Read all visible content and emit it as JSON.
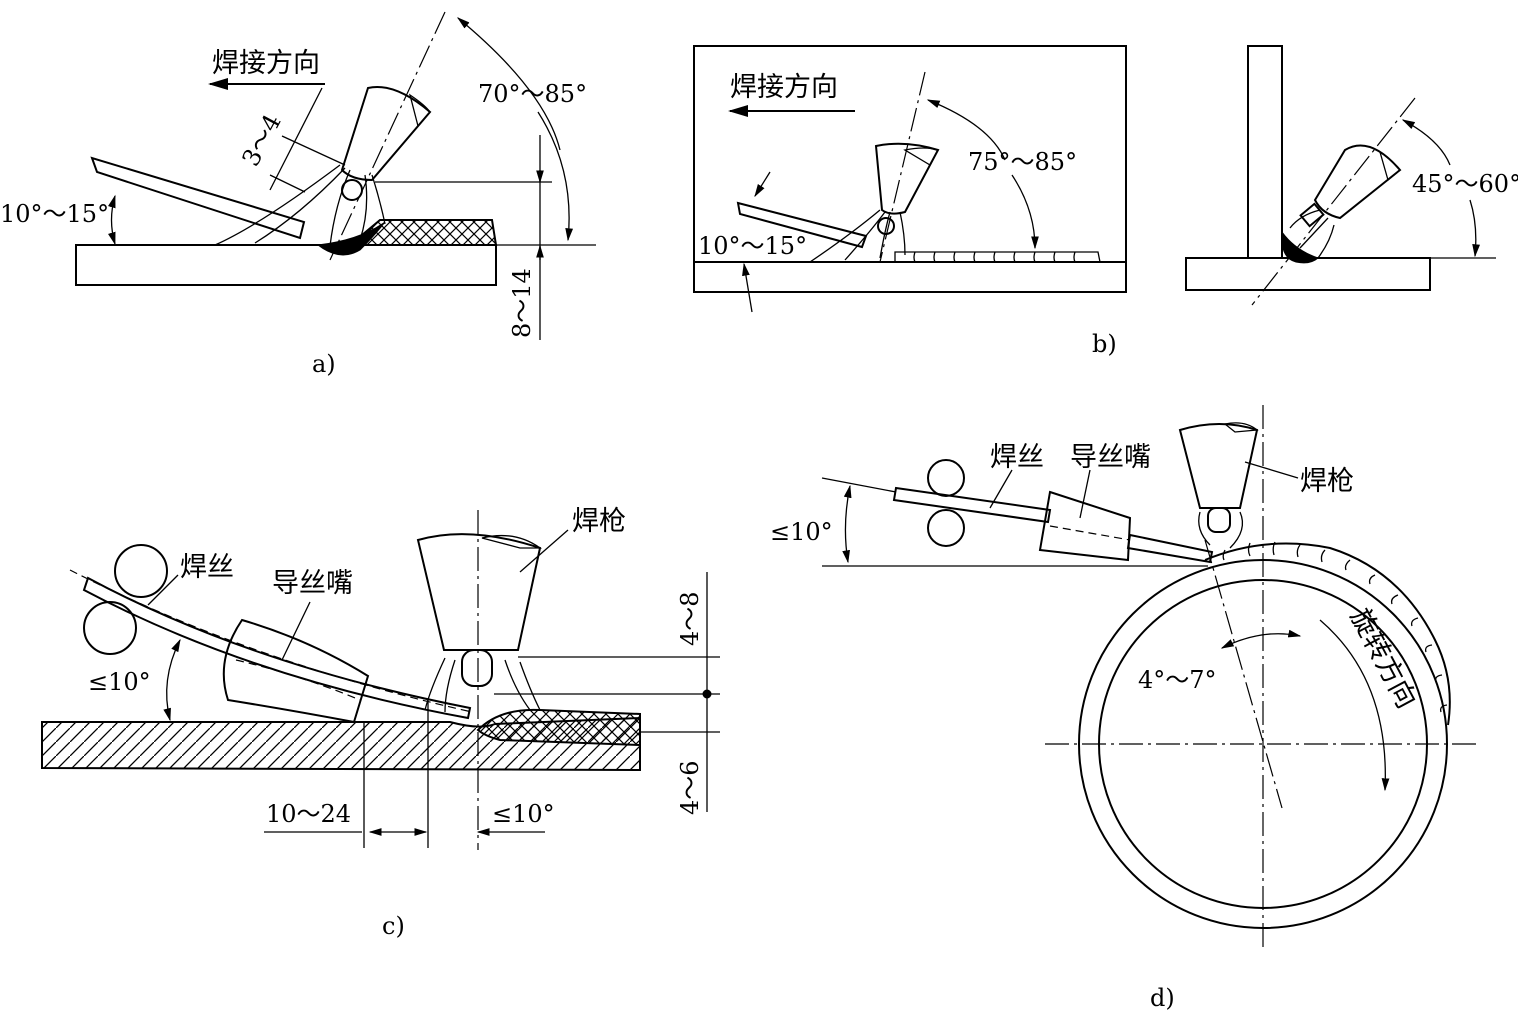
{
  "panels": {
    "a": {
      "caption": "a)",
      "direction": "焊接方向",
      "torch_angle": "70°～85°",
      "wire_angle": "10°～15°",
      "arc_length": "3～4",
      "stickout": "8～14"
    },
    "b": {
      "caption": "b)",
      "direction": "焊接方向",
      "torch_angle": "75°～85°",
      "wire_angle": "10°～15°",
      "fillet_angle": "45°～60°"
    },
    "c": {
      "caption": "c)",
      "wire": "焊丝",
      "nozzle": "导丝嘴",
      "torch": "焊枪",
      "wire_angle": "≤10°",
      "distance": "10～24",
      "torch_tilt": "≤10°",
      "upper_dim": "4～8",
      "lower_dim": "4～6"
    },
    "d": {
      "caption": "d)",
      "wire": "焊丝",
      "nozzle": "导丝嘴",
      "torch": "焊枪",
      "wire_angle": "≤10°",
      "offset_angle": "4°～7°",
      "rotation": "旋转方向"
    }
  },
  "colors": {
    "line": "#000000",
    "background": "#ffffff"
  }
}
